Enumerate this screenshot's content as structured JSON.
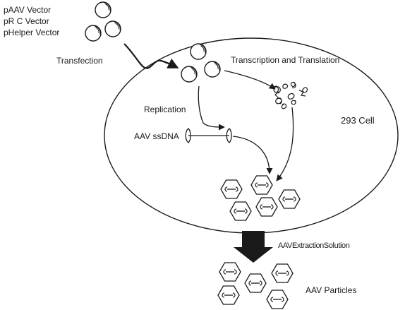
{
  "labels": {
    "paav_vector": "pAAV  Vector",
    "prc_vector": "pR C    Vector",
    "phelper_vector": "pHelper Vector",
    "transfection": "Transfection",
    "transcription_translation": "Transcription  and  Translation",
    "replication": "Replication",
    "aav_ssdna": "AAV ssDNA",
    "cell_293": "293  Cell",
    "extraction_solution": "AAVExtractionSolution",
    "aav_particles": "AAV    Particles"
  },
  "colors": {
    "stroke": "#1a1a1a",
    "background": "#ffffff"
  },
  "icons": {
    "plasmid": "plasmid-icon",
    "protein": "protein-tangle-icon",
    "capsid": "aav-capsid-icon",
    "down_arrow": "block-down-arrow-icon"
  }
}
